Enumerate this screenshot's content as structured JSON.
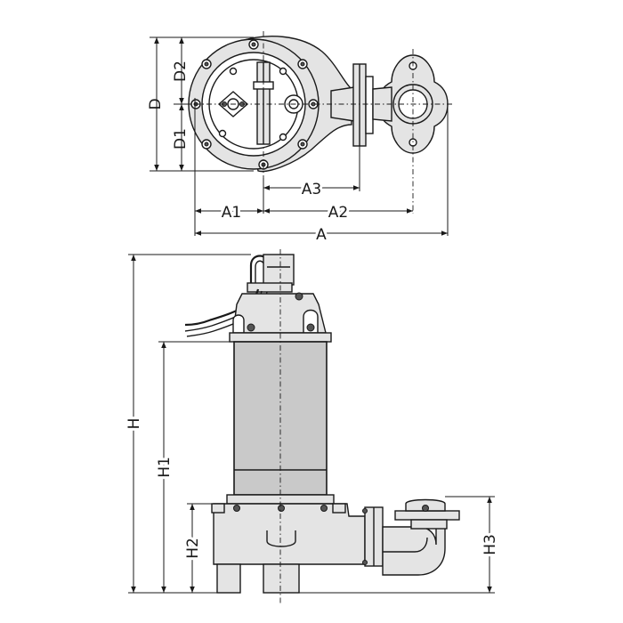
{
  "labels": {
    "d": "D",
    "d1": "D1",
    "d2": "D2",
    "a": "A",
    "a1": "A1",
    "a2": "A2",
    "a3": "A3",
    "h": "H",
    "h1": "H1",
    "h2": "H2",
    "h3": "H3"
  },
  "colors": {
    "line": "#1a1a1a",
    "body": "#c9c9c9",
    "light": "#e4e4e4",
    "background": "#ffffff"
  }
}
